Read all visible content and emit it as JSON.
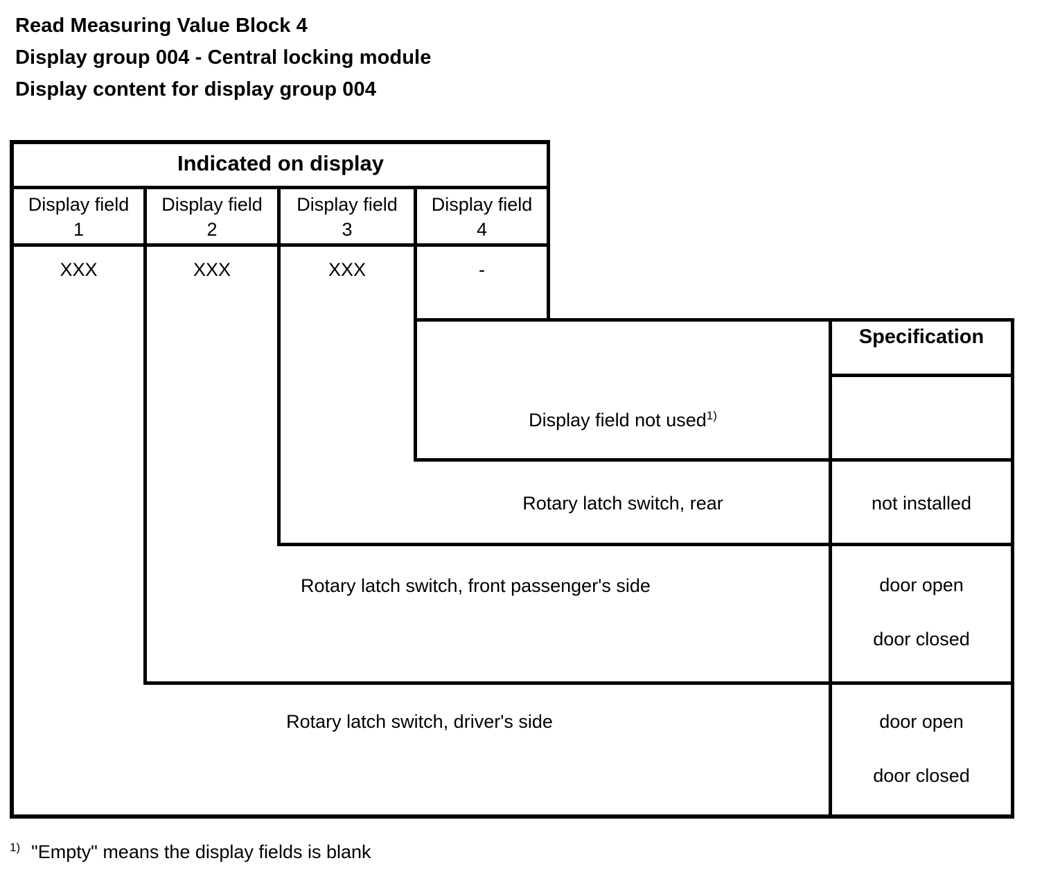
{
  "document": {
    "title_lines": [
      "Read Measuring Value Block 4",
      "Display group 004 - Central locking module",
      "Display content for display group 004"
    ]
  },
  "table": {
    "group_header": "Indicated on display",
    "spec_header": "Specification",
    "columns": [
      {
        "label": "Display field",
        "number": "1"
      },
      {
        "label": "Display field",
        "number": "2"
      },
      {
        "label": "Display field",
        "number": "3"
      },
      {
        "label": "Display field",
        "number": "4"
      }
    ],
    "values": [
      {
        "field": "1",
        "value": "XXX"
      },
      {
        "field": "2",
        "value": "XXX"
      },
      {
        "field": "3",
        "value": "XXX"
      },
      {
        "field": "4",
        "value": "-"
      }
    ],
    "descriptions": [
      {
        "field": "4",
        "text": "Display field not used",
        "footnote_marker": "1)",
        "align": "center",
        "spec": {
          "line1": "",
          "line2": ""
        }
      },
      {
        "field": "3",
        "text": "Rotary latch switch, rear",
        "footnote_marker": "",
        "align": "center",
        "spec": {
          "line1": "not installed",
          "line2": ""
        }
      },
      {
        "field": "2",
        "text": "Rotary latch switch, front passenger's side",
        "footnote_marker": "",
        "align": "left",
        "spec": {
          "line1": "door open",
          "line2": "door closed"
        }
      },
      {
        "field": "1",
        "text": "Rotary latch switch, driver's side",
        "footnote_marker": "",
        "align": "center",
        "spec": {
          "line1": "door open",
          "line2": "door closed"
        }
      }
    ]
  },
  "footnote": {
    "marker": "1)",
    "text": "\"Empty\" means the display fields is blank"
  },
  "colors": {
    "ink": "#000000",
    "paper": "#ffffff"
  }
}
